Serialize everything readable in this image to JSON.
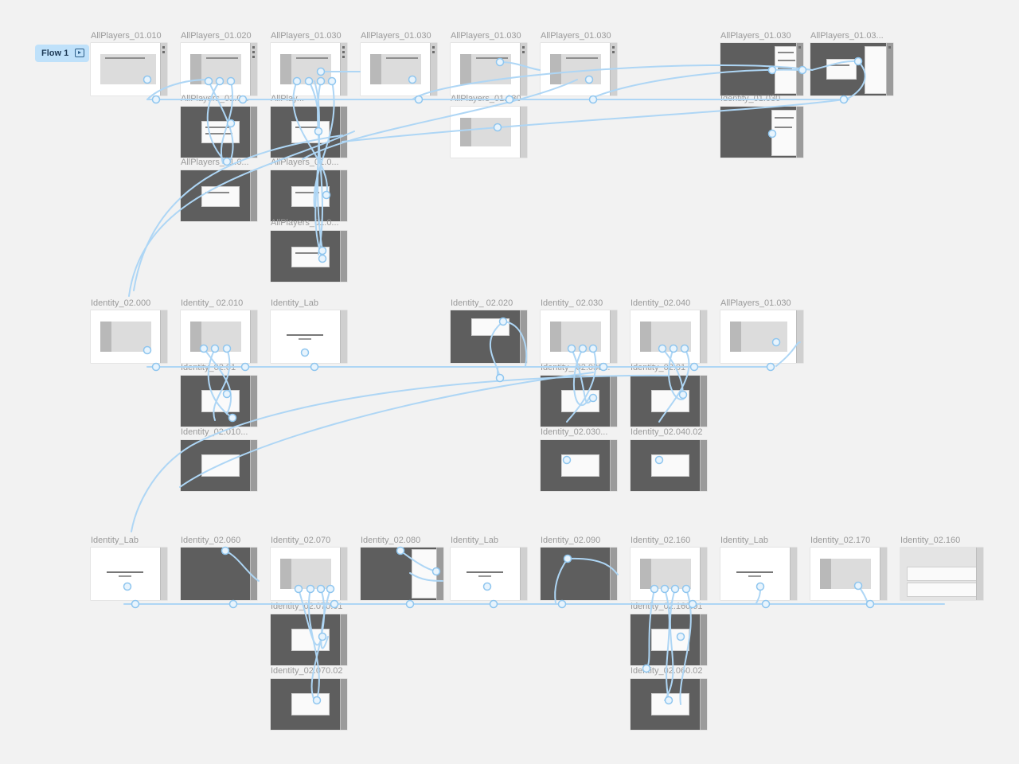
{
  "flow": {
    "label": "Flow 1",
    "icon": "flow-play-icon"
  },
  "colors": {
    "canvas": "#f2f2f2",
    "wire": "#aed6f5",
    "node": "#e8f4fd",
    "node_stroke": "#8fc6ef"
  },
  "row1_labels": [
    "AllPlayers_01.010",
    "AllPlayers_01.020",
    "AllPlayers_01.030",
    "AllPlayers_01.030",
    "AllPlayers_01.030",
    "AllPlayers_01.030",
    "AllPlayers_01.030",
    "AllPlayers_01.03..."
  ],
  "row1_sub_labels": [
    "AllPlayers_01.0...",
    "AllPlay...",
    "AllPlayers_01.030",
    "Identity_01.030",
    "AllPlayers_01.0...",
    "AllPlayers_01.0...",
    "AllPlayers_01.0..."
  ],
  "row2_labels": [
    "Identity_02.000",
    "Identity_ 02.010",
    "Identity_Lab",
    "Identity_ 02.020",
    "Identity_ 02.030",
    "Identity_02.040",
    "AllPlayers_01.030"
  ],
  "row2_sub_labels": [
    "Identity_02.01",
    "Identity_02.010...",
    "Identity_ 02.030...",
    "Identity_02.01",
    "Identity_02.030...",
    "Identity_02.040.02"
  ],
  "row3_labels": [
    "Identity_Lab",
    "Identity_02.060",
    "Identity_02.070",
    "Identity_02.080",
    "Identity_Lab",
    "Identity_02.090",
    "Identity_02.160",
    "Identity_Lab",
    "Identity_02.170",
    "Identity_02.160"
  ],
  "row3_sub_labels": [
    "Identity_02.070.01",
    "Identity_02.070.02",
    "Identity_02.160.01",
    "Identity_02.060.02"
  ]
}
